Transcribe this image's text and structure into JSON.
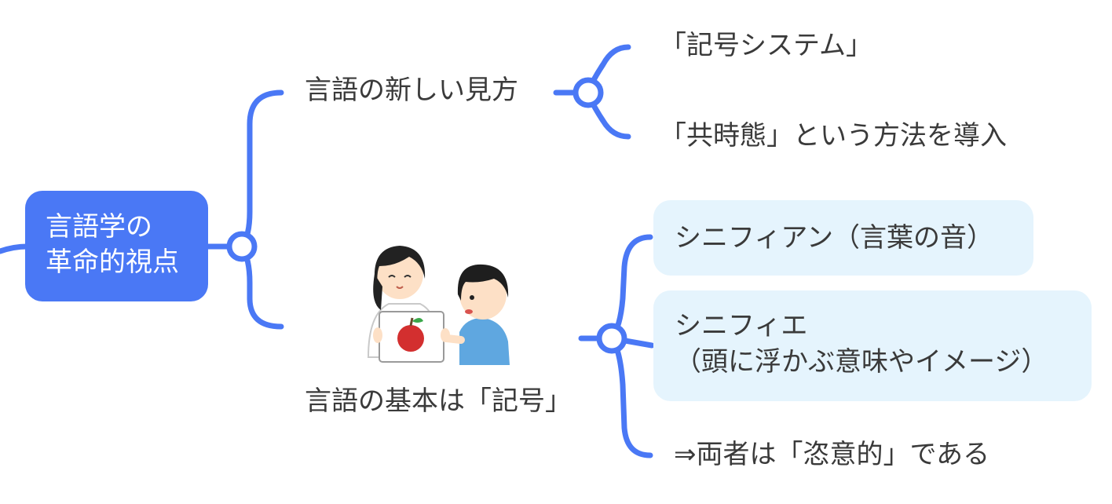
{
  "root": {
    "line1": "言語学の",
    "line2": "革命的視点"
  },
  "branches": {
    "new_view": {
      "label": "言語の新しい見方",
      "children": {
        "symbol_system": "「記号システム」",
        "synchrony": "「共時態」という方法を導入"
      }
    },
    "basic": {
      "label": "言語の基本は「記号」",
      "children": {
        "signifiant": "シニフィアン（言葉の音）",
        "signifie_line1": "シニフィエ",
        "signifie_line2": "（頭に浮かぶ意味やイメージ）",
        "arbitrary": "⇒両者は「恣意的」である"
      }
    }
  },
  "colors": {
    "connector": "#4a78f5",
    "root_fill": "#4a78f5",
    "bubble_fill": "#e5f4fd",
    "text": "#3a3a3a"
  },
  "icons": {
    "illustration": "teacher-showing-apple-card-to-child"
  }
}
